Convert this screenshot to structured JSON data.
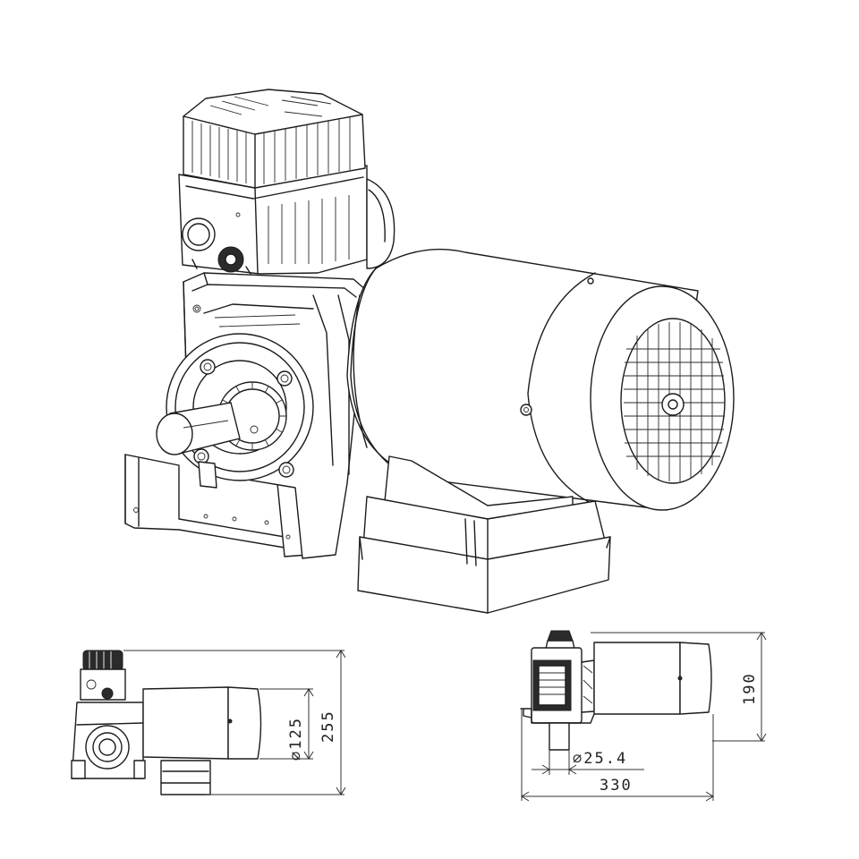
{
  "dimensions": {
    "left_view": {
      "motor_diameter": "∅125",
      "overall_height": "255"
    },
    "right_view": {
      "shaft_diameter": "∅25.4",
      "overall_length": "330",
      "overall_height": "190"
    }
  },
  "colors": {
    "line": "#1c1c1c",
    "background": "#ffffff"
  }
}
